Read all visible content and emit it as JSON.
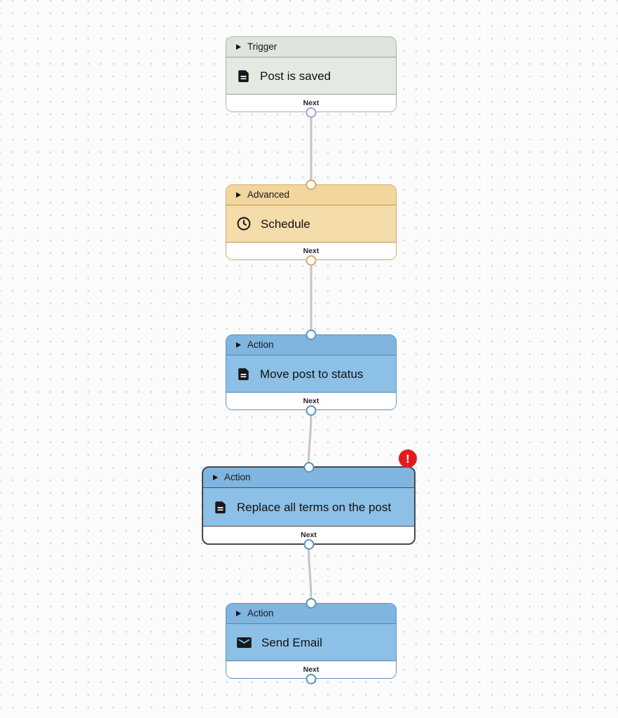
{
  "canvas": {
    "background_color": "#fbfbfb",
    "dot_color": "#d7d8d9",
    "connector_color": "#c5c5c9",
    "error_color": "#e01b1b"
  },
  "nodes": [
    {
      "category": "Trigger",
      "title": "Post is saved",
      "icon": "file-text-icon",
      "footer_label": "Next",
      "has_error": false,
      "colors": {
        "header": "#dfe5dd",
        "body": "#e4e9e2",
        "border": "#a9b2a7",
        "separator": "#98a396",
        "port": "#b697c7"
      }
    },
    {
      "category": "Advanced",
      "title": "Schedule",
      "icon": "clock-icon",
      "footer_label": "Next",
      "has_error": false,
      "colors": {
        "header": "#f3d69e",
        "body": "#f5dcab",
        "border": "#d1aa65",
        "separator": "#bd9651",
        "port": "#d1aa65"
      }
    },
    {
      "category": "Action",
      "title": "Move post to status",
      "icon": "file-text-icon",
      "footer_label": "Next",
      "has_error": false,
      "colors": {
        "header": "#7fb5df",
        "body": "#8dc0e6",
        "border": "#5a91c2",
        "separator": "#5584b1",
        "port": "#5a91c2"
      }
    },
    {
      "category": "Action",
      "title": "Replace all terms on the post",
      "icon": "file-text-icon",
      "footer_label": "Next",
      "has_error": true,
      "error_badge": "!",
      "colors": {
        "header": "#7fb5df",
        "body": "#8dc0e6",
        "border": "#45494d",
        "separator": "#4a4f53",
        "port": "#5a91c2"
      }
    },
    {
      "category": "Action",
      "title": "Send Email",
      "icon": "mail-icon",
      "footer_label": "Next",
      "has_error": false,
      "colors": {
        "header": "#7fb5df",
        "body": "#8dc0e6",
        "border": "#5a91c2",
        "separator": "#5584b1",
        "port": "#5a91c2"
      }
    }
  ]
}
